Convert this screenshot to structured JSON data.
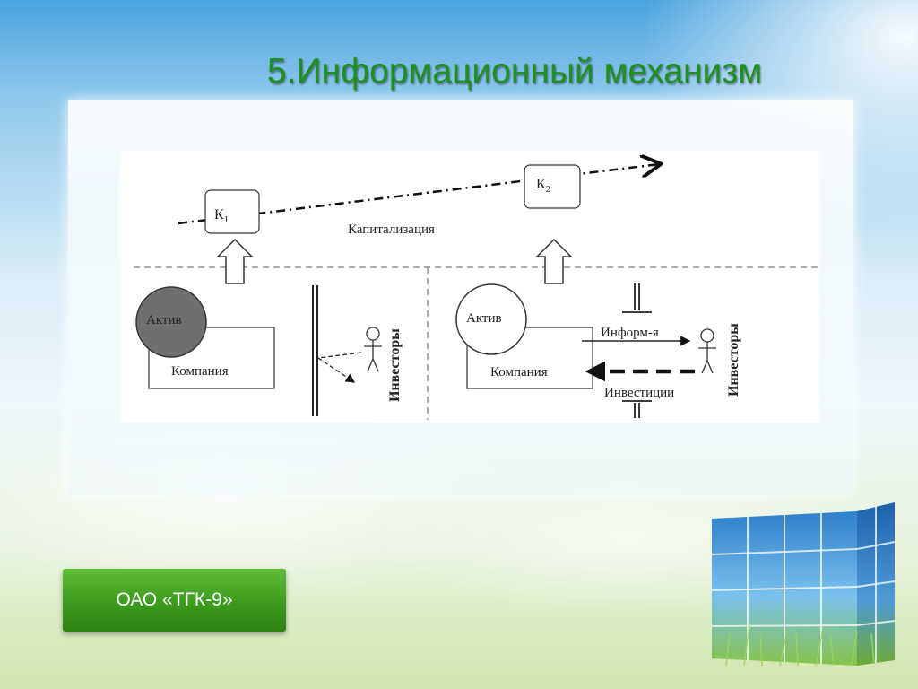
{
  "slide": {
    "title": "5.Информационный механизм",
    "footer": "ОАО «ТГК-9»"
  },
  "diagram": {
    "k1_letter": "К",
    "k1_sub": "1",
    "k2_letter": "К",
    "k2_sub": "2",
    "capitalization": "Капитализация",
    "left_asset": "Актив",
    "left_company": "Компания",
    "left_investors": "Инвесторы",
    "right_asset": "Актив",
    "right_company": "Компания",
    "right_investors": "Инвесторы",
    "info_label": "Информ-я",
    "investments_label": "Инвестиции"
  },
  "colors": {
    "title_green": "#1f8f1f",
    "badge_green": "#3c9a1e",
    "asset_fill_dark": "#6f6f6f"
  }
}
